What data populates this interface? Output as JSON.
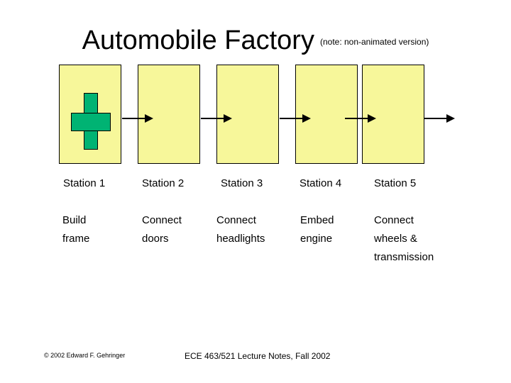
{
  "slide": {
    "title": "Automobile Factory",
    "title_note": "(note: non-animated version)",
    "stations": [
      {
        "label": "Station 1",
        "task": "Build\nframe"
      },
      {
        "label": "Station 2",
        "task": "Connect\ndoors"
      },
      {
        "label": "Station 3",
        "task": "Connect\nheadlights"
      },
      {
        "label": "Station 4",
        "task": "Embed\nengine"
      },
      {
        "label": "Station 5",
        "task": "Connect\nwheels &\ntransmission"
      }
    ],
    "station_tasks_flat": [
      "Build frame",
      "Connect doors",
      "Connect headlights",
      "Embed engine",
      "Connect wheels & transmission"
    ],
    "footer": {
      "copyright": "© 2002 Edward F. Gehringer",
      "course_note": "ECE 463/521 Lecture Notes, Fall 2002"
    },
    "colors": {
      "station_fill": "#f7f79a",
      "station_border": "#000000",
      "frame_fill": "#00b373",
      "background": "#ffffff",
      "text": "#000000"
    }
  }
}
